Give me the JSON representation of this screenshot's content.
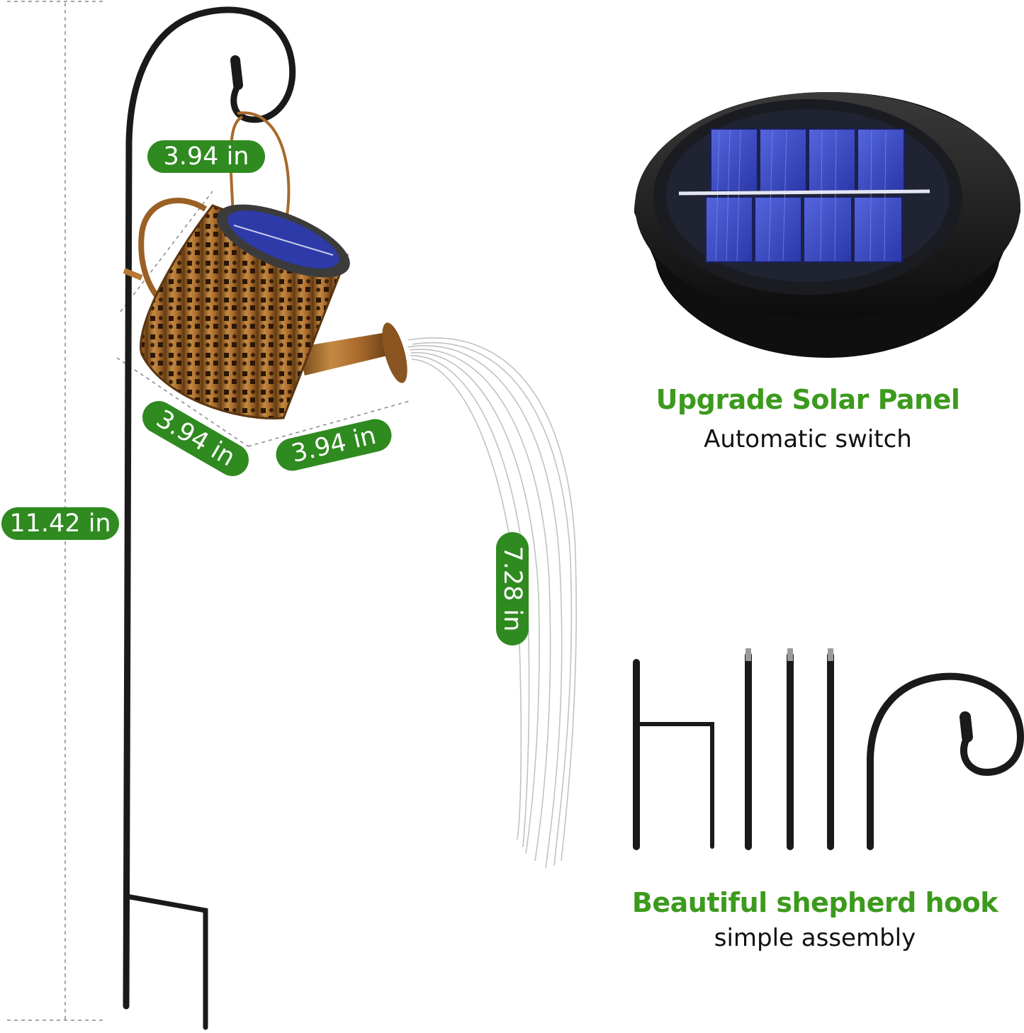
{
  "dimensions": {
    "total_height": "11.42 in",
    "hook_width": "3.94 in",
    "can_depth": "3.94 in",
    "can_width": "3.94 in",
    "water_length": "7.28 in"
  },
  "features": [
    {
      "title": "Upgrade Solar Panel",
      "subtitle": "Automatic switch"
    },
    {
      "title": "Beautiful shepherd hook",
      "subtitle": "simple assembly"
    }
  ],
  "colors": {
    "accent_green": "#2f8a1f",
    "heading_green": "#3c9a1d",
    "metal": "#1a1a1a",
    "copper": "#a86a2c",
    "solar_blue": "#3d4fc4"
  },
  "icons": [
    "shepherd-hook",
    "watering-can",
    "solar-panel",
    "hook-parts"
  ]
}
